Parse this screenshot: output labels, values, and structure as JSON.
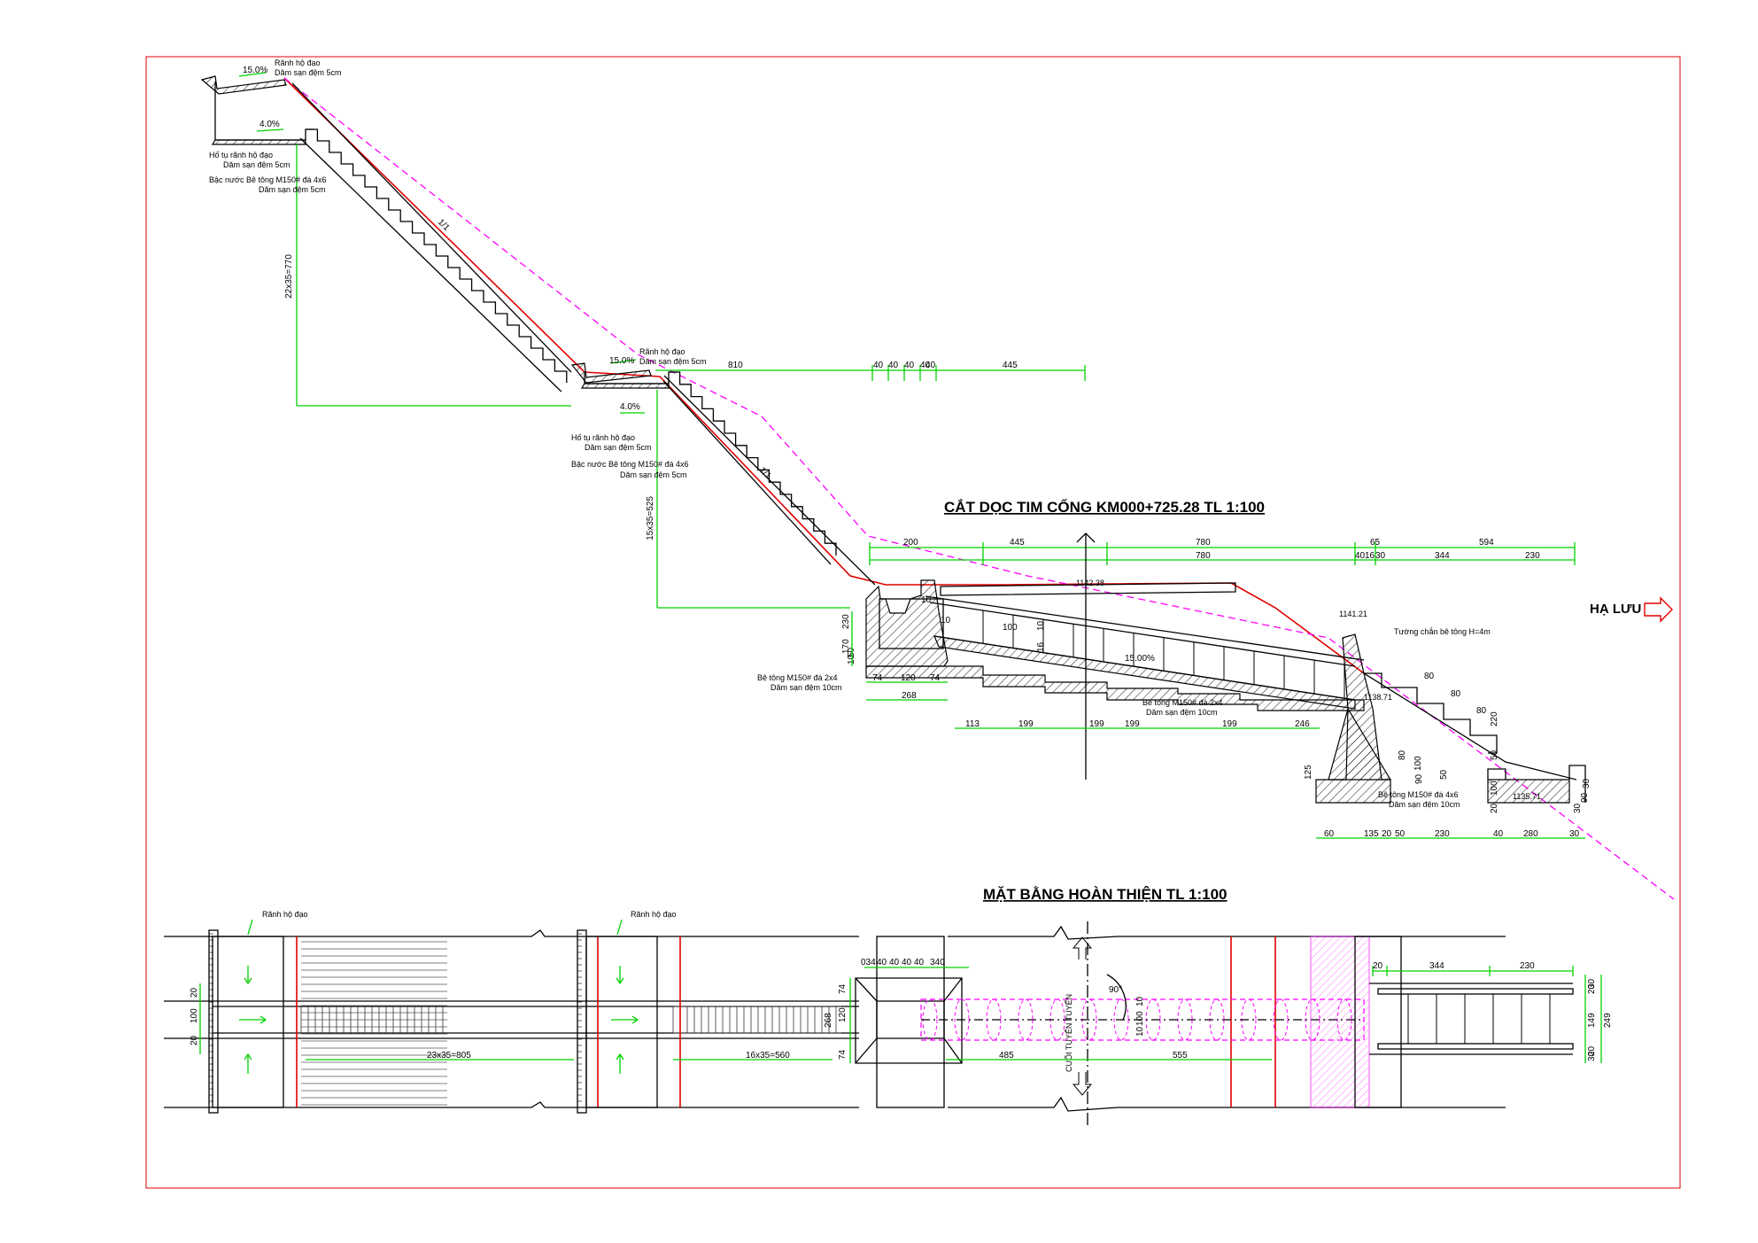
{
  "titles": {
    "section": "CẮT DỌC TIM CỐNG KM000+725.28 TL 1:100",
    "plan": "MẶT BẰNG HOÀN THIỆN TL 1:100",
    "downstream": "HẠ LƯU"
  },
  "notes": {
    "upper_drain": "Rãnh hộ đạo",
    "gravel_5": "Dăm sạn đệm 5cm",
    "upper_slope": "15.0%",
    "mid_slope": "4.0%",
    "sump": "Hố tụ rãnh hộ đạo",
    "sump_gravel": "Dăm sạn đệm 5cm",
    "steps1": "Bậc nước Bê tông M150# đá 4x6",
    "steps1_gravel": "Dăm sạn đệm 5cm",
    "vert1": "22x35=770",
    "slope_ratio1": "1/1",
    "drain2": "Rãnh hộ đạo",
    "drain2_gravel": "Dăm sạn đệm 5cm",
    "slope2": "15.0%",
    "mid2": "4.0%",
    "sump2": "Hố tụ rãnh hộ đạo",
    "sump2_gravel": "Dăm sạn đệm 5cm",
    "steps2": "Bậc nước Bê tông M150# đá 4x6",
    "steps2_gravel": "Dăm sạn đệm 5cm",
    "vert2": "15x35=525",
    "slope_ratio2": "1/1",
    "dim_810": "810",
    "dim_40a": "40",
    "dim_40b": "40",
    "dim_40c": "40",
    "dim_40d": "40",
    "dim_40e": "40",
    "dim_445a": "445",
    "elev_top": "1142.38",
    "elev_wall": "1141.21",
    "elev_out": "1138.71",
    "elev_end": "1135.71",
    "wall_note": "Tường chắn bê tông H=4m",
    "pipe_slope": "15.00%",
    "conc_inlet": "Bê tông M150# đá 2x4",
    "conc_inlet_gravel": "Dăm sạn đệm 10cm",
    "conc_mid": "Bê tông M150# đá 2x4",
    "conc_mid_gravel": "Dăm sạn đệm 10cm",
    "conc_out": "Bê tông M150# đá 4x6",
    "conc_out_gravel": "Dăm sạn đệm 10cm",
    "plan_drain1": "Rãnh hộ đạo",
    "plan_drain2": "Rãnh hộ đạo",
    "plan_steps1": "23x35=805",
    "plan_steps2": "16x35=560",
    "plan_axis": "CUỐI TUYẾN TUYẾN",
    "plan_485": "485",
    "plan_555": "555",
    "plan_angle": "90°"
  },
  "dims_top_row1": [
    "200",
    "445",
    "780",
    "65",
    "594"
  ],
  "dims_top_row2": [
    "780",
    "40",
    "16",
    "30",
    "344",
    "230"
  ],
  "dims_inlet": [
    "74",
    "120",
    "74"
  ],
  "dims_inlet_total": "268",
  "dims_inlet_vert": [
    "230",
    "170",
    "10",
    "50"
  ],
  "dims_base": [
    "113",
    "199",
    "199",
    "199",
    "199",
    "246"
  ],
  "dims_pipe": [
    "100",
    "10",
    "16",
    "10",
    "10"
  ],
  "dims_outlet_steps": [
    "80",
    "80",
    "80",
    "220",
    "50",
    "100",
    "80",
    "50",
    "90",
    "100",
    "20",
    "30",
    "90",
    "30"
  ],
  "dims_outlet_base": [
    "60",
    "135",
    "20",
    "50",
    "230",
    "40",
    "280",
    "30"
  ],
  "dims_outlet_vert": "125",
  "plan_left_vert": [
    "20",
    "100",
    "20"
  ],
  "plan_inlet_top": [
    "034",
    "40",
    "40",
    "40",
    "40",
    "340"
  ],
  "plan_inlet_vert": [
    "74",
    "120",
    "74"
  ],
  "plan_inlet_total": "268",
  "plan_pipe_vert": [
    "10",
    "100",
    "10"
  ],
  "plan_out_top": [
    "20",
    "344",
    "230"
  ],
  "plan_out_vert": [
    "30",
    "20",
    "149",
    "20",
    "30",
    "249"
  ]
}
